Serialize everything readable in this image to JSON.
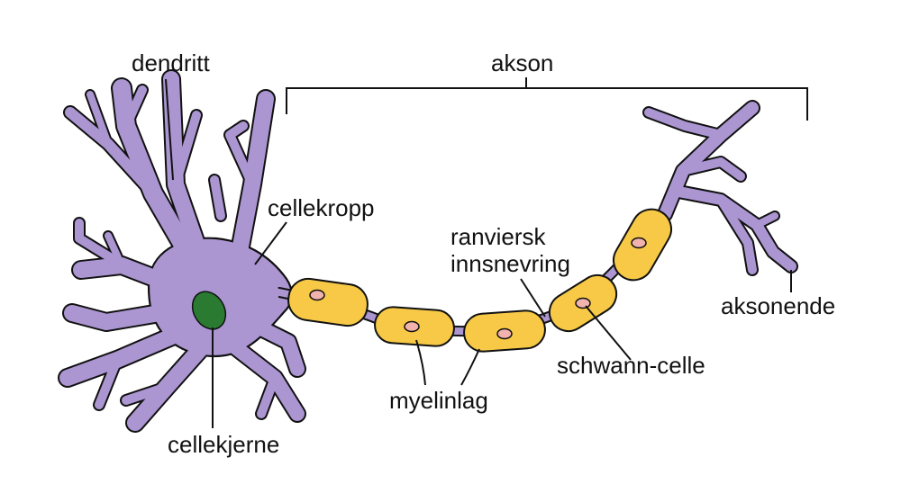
{
  "labels": {
    "dendrite": "dendritt",
    "axon": "akson",
    "cell_body": "cellekropp",
    "node_of_ranvier_line1": "ranviersk",
    "node_of_ranvier_line2": "innsnevring",
    "axon_terminal": "aksonende",
    "schwann_cell": "schwann-celle",
    "myelin_sheath": "myelinlag",
    "nucleus": "cellekjerne"
  },
  "colors": {
    "neuron": "#ab96d2",
    "myelin": "#f7c946",
    "schwann_nucleus": "#f2b3ae",
    "cell_nucleus": "#2a7a32",
    "outline": "#111111"
  }
}
